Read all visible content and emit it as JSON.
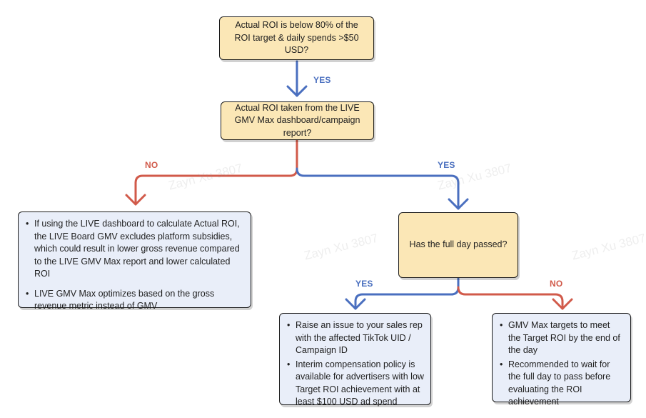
{
  "colors": {
    "yes_line": "#4a6fbf",
    "no_line": "#d15a4a",
    "decision_fill": "#fbe7b6",
    "info_fill": "#e9eef9",
    "border": "#1b1b1b"
  },
  "watermark": "Zayn Xu 3807",
  "nodes": {
    "q1": "Actual ROI is below 80% of the ROI target & daily spends >$50 USD?",
    "q2": "Actual ROI taken from the LIVE GMV Max dashboard/campaign report?",
    "q3": "Has the full day passed?",
    "no_info": [
      "If using the LIVE dashboard to calculate Actual ROI, the LIVE Board GMV excludes platform subsidies, which could result in lower gross revenue compared to the LIVE GMV Max report and lower calculated ROI",
      "LIVE GMV Max optimizes based on the gross revenue metric instead of GMV"
    ],
    "yes_info": [
      "Raise an issue to your sales rep with the affected TikTok UID / Campaign ID",
      "Interim compensation policy is available for advertisers with low Target ROI achievement with at least $100 USD ad spend"
    ],
    "wait_info": [
      "GMV Max targets to meet the Target ROI by the end of the day",
      "Recommended to wait for the full day to pass before evaluating the ROI achievement"
    ]
  },
  "labels": {
    "yes": "YES",
    "no": "NO"
  }
}
